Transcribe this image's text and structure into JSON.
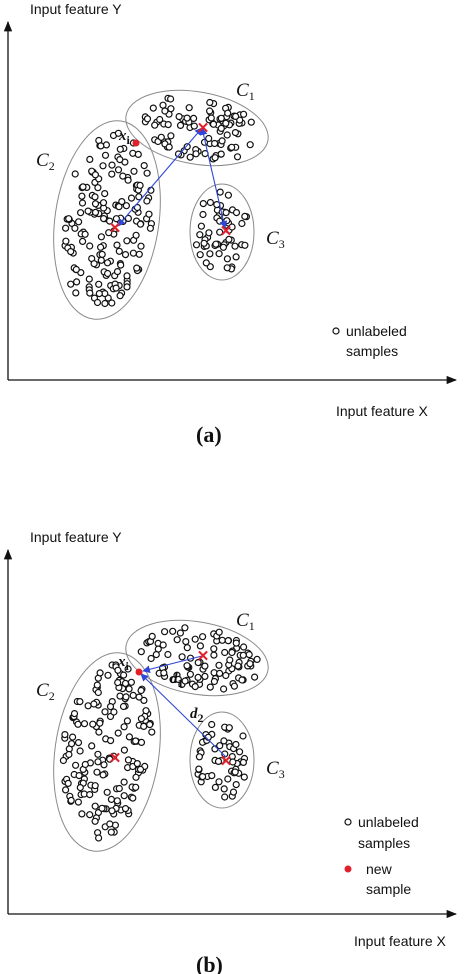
{
  "panels": [
    {
      "id": "a",
      "caption": "(a)",
      "y_axis_label": "Input feature Y",
      "x_axis_label": "Input feature X",
      "clusters": [
        {
          "name": "C",
          "sub": "1"
        },
        {
          "name": "C",
          "sub": "2"
        },
        {
          "name": "C",
          "sub": "3"
        }
      ],
      "point_label": {
        "name": "x",
        "sub": "i"
      },
      "legend": [
        {
          "symbol": "open-circle-icon",
          "line1": "unlabeled",
          "line2": "samples"
        }
      ]
    },
    {
      "id": "b",
      "caption": "(b)",
      "y_axis_label": "Input feature Y",
      "x_axis_label": "Input feature X",
      "clusters": [
        {
          "name": "C",
          "sub": "1"
        },
        {
          "name": "C",
          "sub": "2"
        },
        {
          "name": "C",
          "sub": "3"
        }
      ],
      "point_label": {
        "name": "x",
        "sub": "i"
      },
      "distances": [
        {
          "name": "d",
          "sub": "1"
        },
        {
          "name": "d",
          "sub": "2"
        }
      ],
      "legend": [
        {
          "symbol": "open-circle-icon",
          "line1": "unlabeled",
          "line2": "samples"
        },
        {
          "symbol": "red-dot-icon",
          "line1": "new",
          "line2": "sample"
        }
      ]
    }
  ],
  "colors": {
    "arrow": "#2f47d8",
    "centroid": "#e0202a",
    "new_sample": "#e0202a",
    "ellipse": "#8a8a8a",
    "sample_outline": "#111111"
  }
}
